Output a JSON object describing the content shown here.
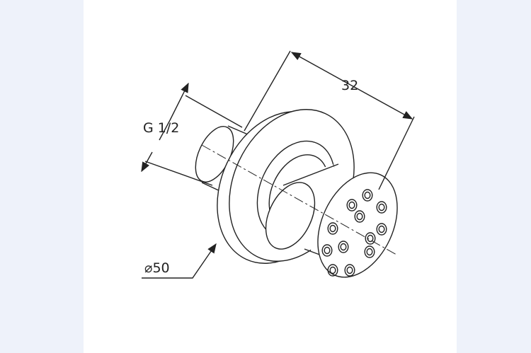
{
  "drawing": {
    "dim_length": "32",
    "dim_thread": "G 1/2",
    "dim_diameter": "50",
    "diameter_symbol": "⌀"
  }
}
